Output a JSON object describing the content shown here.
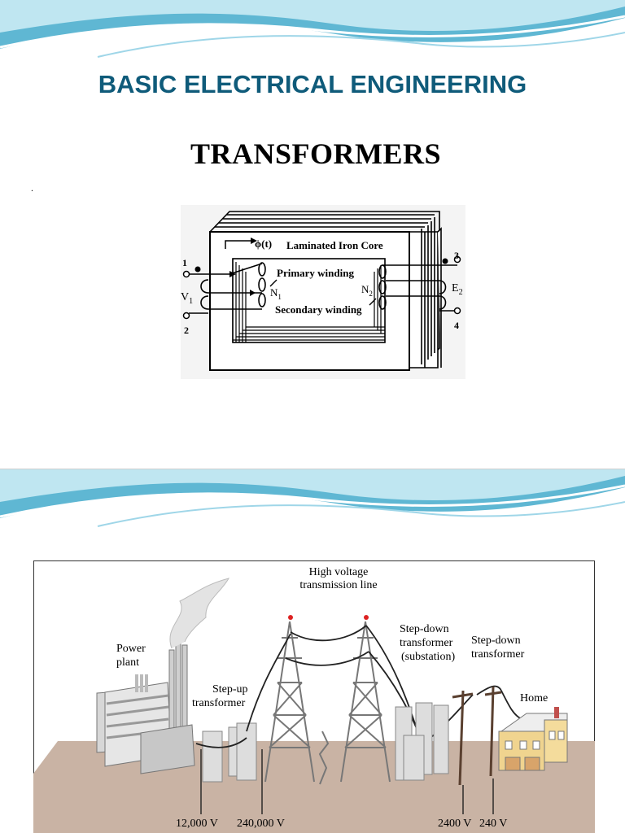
{
  "slide1": {
    "title": "BASIC ELECTRICAL ENGINEERING",
    "subtitle": "TRANSFORMERS",
    "stray_mark": ".",
    "diagram": {
      "flux_label": "ϕ(t)",
      "core_label": "Laminated Iron Core",
      "primary_label": "Primary winding",
      "secondary_label": "Secondary winding",
      "n1": "N",
      "n1_sub": "1",
      "n2": "N",
      "n2_sub": "2",
      "v1": "V",
      "v1_sub": "1",
      "e2": "E",
      "e2_sub": "2",
      "t1": "1",
      "t2": "2",
      "t3": "3",
      "t4": "4"
    }
  },
  "slide2": {
    "labels": {
      "hv_line_1": "High voltage",
      "hv_line_2": "transmission line",
      "power_1": "Power",
      "power_2": "plant",
      "stepup_1": "Step-up",
      "stepup_2": "transformer",
      "sd_sub_1": "Step-down",
      "sd_sub_2": "transformer",
      "sd_sub_3": "(substation)",
      "sd_2_1": "Step-down",
      "sd_2_2": "transformer",
      "home": "Home"
    },
    "voltages": {
      "v1": "12,000 V",
      "v2": "240,000 V",
      "v3": "2400 V",
      "v4": "240 V"
    }
  },
  "colors": {
    "title_blue": "#0f5b7a",
    "wave_dark": "#5fb7d3",
    "wave_light": "#bfe6f1"
  }
}
